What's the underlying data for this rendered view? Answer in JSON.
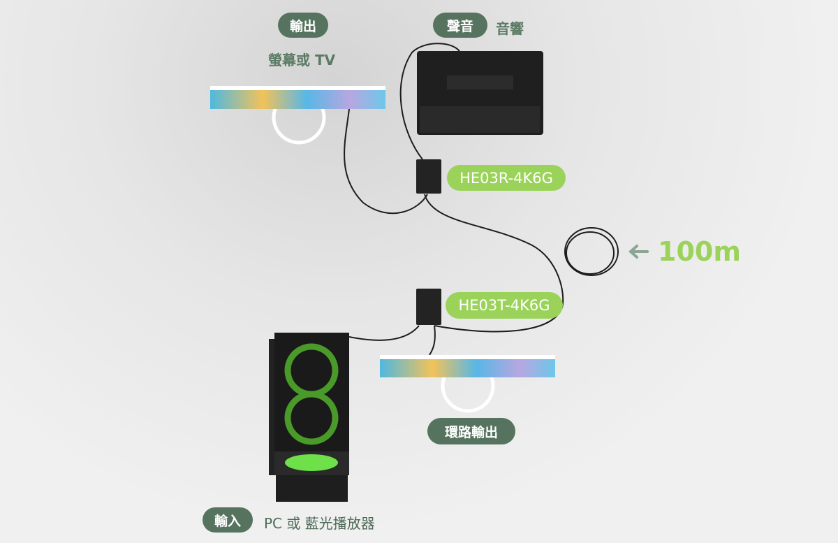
{
  "output": {
    "badge": "輸出",
    "desc": "螢幕或 TV"
  },
  "audio": {
    "badge": "聲音",
    "desc": "音響"
  },
  "receiver": {
    "model": "HE03R-4K6G"
  },
  "transmitter": {
    "model": "HE03T-4K6G"
  },
  "cable": {
    "length": "100m",
    "arrow_icon": "arrow-left-icon"
  },
  "loop_output": {
    "badge": "環路輸出"
  },
  "input": {
    "badge": "輸入",
    "desc": "PC 或 藍光播放器"
  },
  "colors": {
    "dark_green": "#56735f",
    "lime": "#9bd35a",
    "text_green": "#5b7a64"
  }
}
